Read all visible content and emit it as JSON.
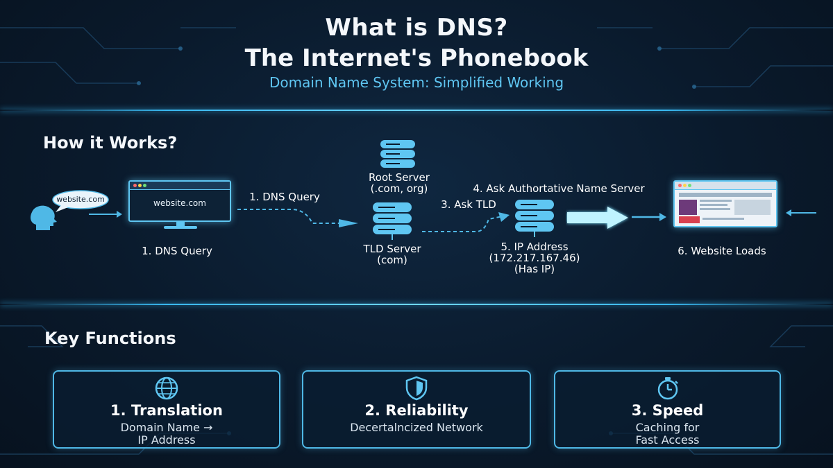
{
  "header": {
    "title_line1": "What is DNS?",
    "title_line2": "The Internet's Phonebook",
    "subtitle": "Domain Name System: Simplified Working"
  },
  "how_it_works": {
    "heading": "How it Works?",
    "bubble_text": "website.com",
    "browser_url": "website.com",
    "step_query_label": "1. DNS Query",
    "arrow_query_label": "1. DNS Query",
    "root_server": "Root Server",
    "root_server_sub": "(.com, org)",
    "tld_server": "TLD Server",
    "tld_server_sub": "(com)",
    "ask_tld": "3. Ask TLD",
    "ask_auth": "4. Ask Authortative Name Server",
    "ip_address": "5. IP Address",
    "ip_value": "(172.217.167.46)",
    "ip_note": "(Has IP)",
    "website_loads": "6. Website Loads"
  },
  "key_functions": {
    "heading": "Key Functions",
    "items": [
      {
        "title": "1. Translation",
        "desc1": "Domain Name →",
        "desc2": "IP Address",
        "icon": "globe-icon"
      },
      {
        "title": "2. Reliability",
        "desc1": "Decertalncized Network",
        "desc2": "",
        "icon": "shield-icon"
      },
      {
        "title": "3. Speed",
        "desc1": "Caching for",
        "desc2": "Fast Access",
        "icon": "stopwatch-icon"
      }
    ]
  },
  "colors": {
    "accent": "#5fc6f2",
    "background": "#0a1a2c",
    "text": "#f4f7fb"
  }
}
